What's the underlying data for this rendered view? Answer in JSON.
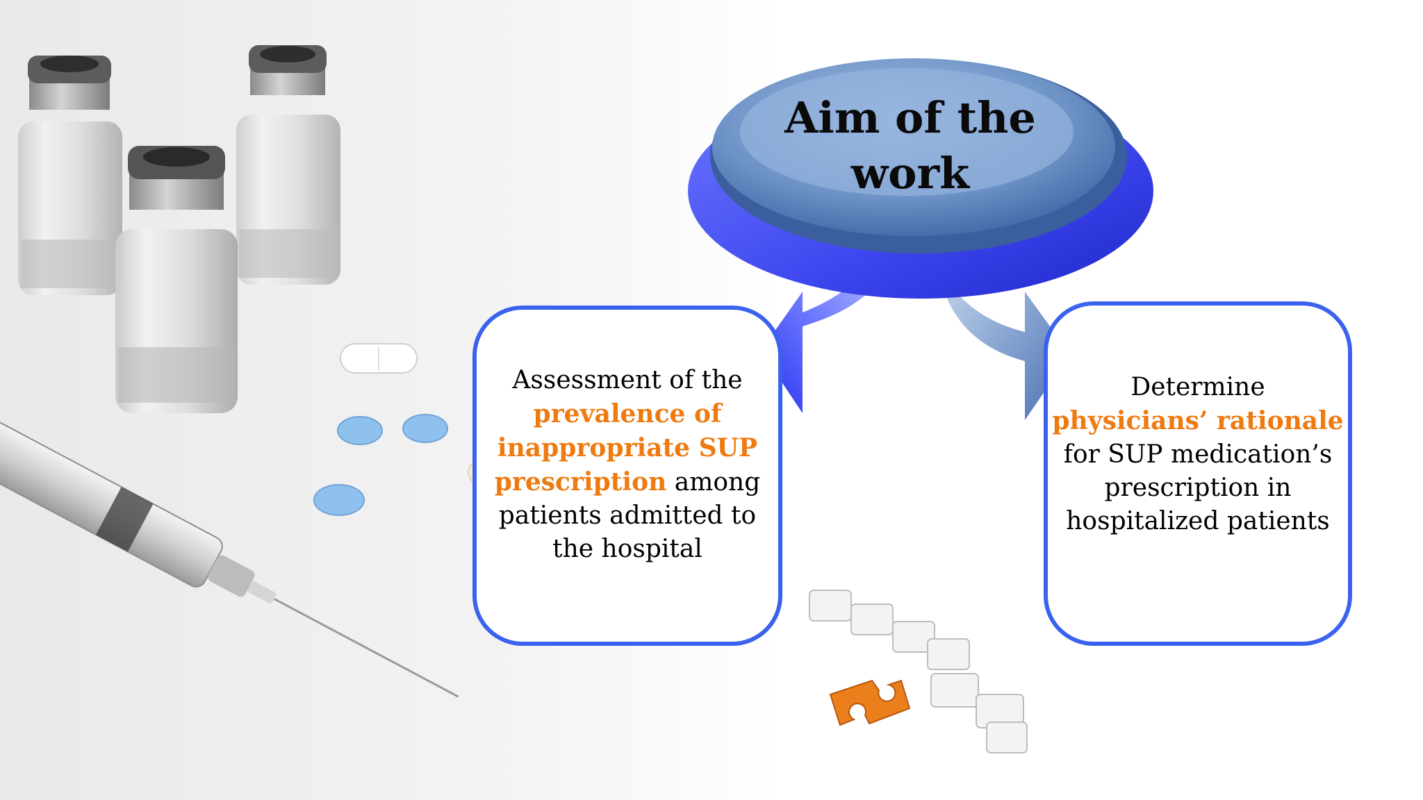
{
  "title": {
    "line1": "Aim of the",
    "line2": "work"
  },
  "left_box": {
    "text_before": "Assessment of the",
    "highlight": "prevalence of inappropriate SUP prescription",
    "text_after": "among patients admitted to the hospital"
  },
  "right_box": {
    "text_before": "Determine",
    "highlight": "physicians’ rationale",
    "text_after": "for SUP medication’s prescription in hospitalized patients"
  },
  "colors": {
    "box_border": "#3b62ee",
    "highlight_text": "#ee7a10",
    "oval_top": "#6f95c8",
    "oval_base": "#3d46ee"
  },
  "images": {
    "background": "medical-vials-pills-syringe",
    "decoration": "puzzle-pieces"
  }
}
